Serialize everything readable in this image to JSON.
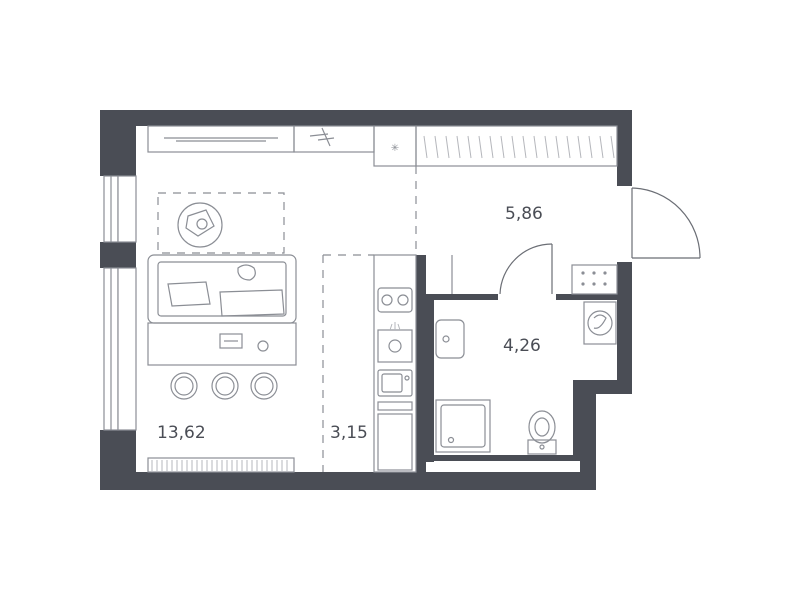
{
  "rooms": {
    "living": {
      "area": "13,62"
    },
    "kitchen": {
      "area": "3,15"
    },
    "hall": {
      "area": "5,86"
    },
    "bathroom": {
      "area": "4,26"
    }
  },
  "colors": {
    "wall": "#4a4d55",
    "line": "#8b8e95",
    "background": "#ffffff"
  }
}
